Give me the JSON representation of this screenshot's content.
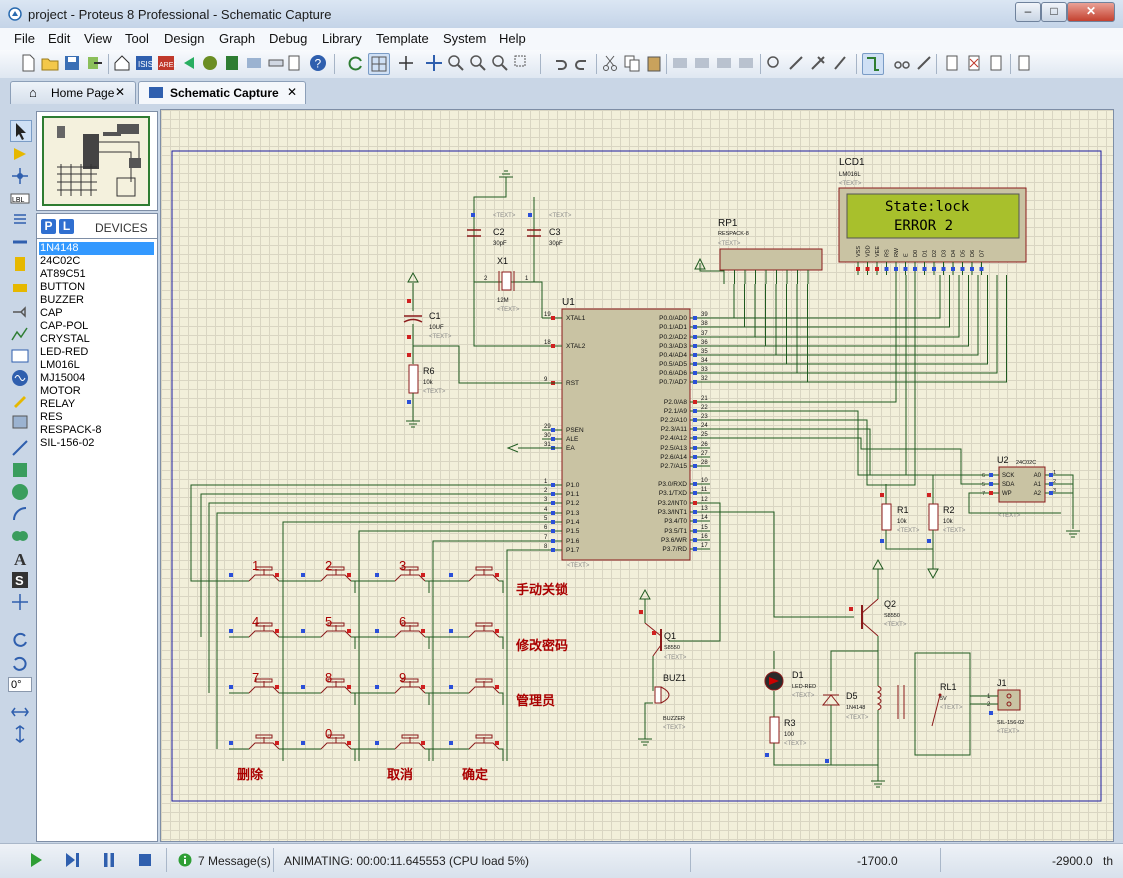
{
  "window": {
    "title": "project - Proteus 8 Professional - Schematic Capture"
  },
  "menu": [
    "File",
    "Edit",
    "View",
    "Tool",
    "Design",
    "Graph",
    "Debug",
    "Library",
    "Template",
    "System",
    "Help"
  ],
  "tabs": [
    {
      "label": "Home Page"
    },
    {
      "label": "Schematic Capture"
    }
  ],
  "devices": {
    "header": "DEVICES",
    "pick_labels": [
      "P",
      "L"
    ],
    "items": [
      "1N4148",
      "24C02C",
      "AT89C51",
      "BUTTON",
      "BUZZER",
      "CAP",
      "CAP-POL",
      "CRYSTAL",
      "LED-RED",
      "LM016L",
      "MJ15004",
      "MOTOR",
      "RELAY",
      "RES",
      "RESPACK-8",
      "SIL-156-02"
    ],
    "selected": "1N4148"
  },
  "rotation": "0°",
  "status": {
    "messages": "7 Message(s)",
    "animating": "ANIMATING: 00:00:11.645553 (CPU load 5%)",
    "coord_x": "-1700.0",
    "coord_y": "-2900.0",
    "unit": "th"
  },
  "schematic": {
    "lcd": {
      "ref": "LCD1",
      "part": "LM016L",
      "line1": "State:lock",
      "line2": "ERROR  2",
      "pins": [
        "VSS",
        "VDD",
        "VEE",
        "RS",
        "RW",
        "E",
        "D0",
        "D1",
        "D2",
        "D3",
        "D4",
        "D5",
        "D6",
        "D7"
      ]
    },
    "u1": {
      "ref": "U1",
      "part": "<TEXT>",
      "left_pins": [
        [
          "19",
          "XTAL1"
        ],
        [
          "18",
          "XTAL2"
        ],
        [
          "9",
          "RST"
        ],
        [
          "29",
          "PSEN"
        ],
        [
          "30",
          "ALE"
        ],
        [
          "31",
          "EA"
        ],
        [
          "1",
          "P1.0"
        ],
        [
          "2",
          "P1.1"
        ],
        [
          "3",
          "P1.2"
        ],
        [
          "4",
          "P1.3"
        ],
        [
          "5",
          "P1.4"
        ],
        [
          "6",
          "P1.5"
        ],
        [
          "7",
          "P1.6"
        ],
        [
          "8",
          "P1.7"
        ]
      ],
      "right_pins": [
        [
          "39",
          "P0.0/AD0"
        ],
        [
          "38",
          "P0.1/AD1"
        ],
        [
          "37",
          "P0.2/AD2"
        ],
        [
          "36",
          "P0.3/AD3"
        ],
        [
          "35",
          "P0.4/AD4"
        ],
        [
          "34",
          "P0.5/AD5"
        ],
        [
          "33",
          "P0.6/AD6"
        ],
        [
          "32",
          "P0.7/AD7"
        ],
        [
          "21",
          "P2.0/A8"
        ],
        [
          "22",
          "P2.1/A9"
        ],
        [
          "23",
          "P2.2/A10"
        ],
        [
          "24",
          "P2.3/A11"
        ],
        [
          "25",
          "P2.4/A12"
        ],
        [
          "26",
          "P2.5/A13"
        ],
        [
          "27",
          "P2.6/A14"
        ],
        [
          "28",
          "P2.7/A15"
        ],
        [
          "10",
          "P3.0/RXD"
        ],
        [
          "11",
          "P3.1/TXD"
        ],
        [
          "12",
          "P3.2/INT0"
        ],
        [
          "13",
          "P3.3/INT1"
        ],
        [
          "14",
          "P3.4/T0"
        ],
        [
          "15",
          "P3.5/T1"
        ],
        [
          "16",
          "P3.6/WR"
        ],
        [
          "17",
          "P3.7/RD"
        ]
      ]
    },
    "rp1": {
      "ref": "RP1",
      "part": "RESPACK-8",
      "text": "<TEXT>"
    },
    "c1": {
      "ref": "C1",
      "value": "10UF",
      "text": "<TEXT>"
    },
    "c2": {
      "ref": "C2",
      "value": "30pF",
      "text": "<TEXT>"
    },
    "c3": {
      "ref": "C3",
      "value": "30pF",
      "text": "<TEXT>"
    },
    "x1": {
      "ref": "X1",
      "value": "12M",
      "text": "<TEXT>",
      "pin1": "1",
      "pin2": "2"
    },
    "r6": {
      "ref": "R6",
      "value": "10k",
      "text": "<TEXT>"
    },
    "r1": {
      "ref": "R1",
      "value": "10k",
      "text": "<TEXT>"
    },
    "r2": {
      "ref": "R2",
      "value": "10k",
      "text": "<TEXT>"
    },
    "r3": {
      "ref": "R3",
      "value": "100",
      "text": "<TEXT>"
    },
    "u2": {
      "ref": "U2",
      "part": "24C02C",
      "text": "<TEXT>",
      "pins_left": [
        [
          "6",
          "SCK"
        ],
        [
          "5",
          "SDA"
        ],
        [
          "7",
          "WP"
        ]
      ],
      "pins_right": [
        [
          "A0",
          "1"
        ],
        [
          "A1",
          "2"
        ],
        [
          "A2",
          "3"
        ]
      ]
    },
    "q1": {
      "ref": "Q1",
      "part": "S8550",
      "text": "<TEXT>"
    },
    "q2": {
      "ref": "Q2",
      "part": "S8550",
      "text": "<TEXT>"
    },
    "buz1": {
      "ref": "BUZ1",
      "part": "BUZZER",
      "text": "<TEXT>"
    },
    "d1": {
      "ref": "D1",
      "part": "LED-RED",
      "text": "<TEXT>"
    },
    "d5": {
      "ref": "D5",
      "part": "1N4148",
      "text": "<TEXT>"
    },
    "rl1": {
      "ref": "RL1",
      "value": "5V",
      "text": "<TEXT>"
    },
    "j1": {
      "ref": "J1",
      "part": "SIL-156-02",
      "text": "<TEXT>",
      "pin1": "1",
      "pin2": "2"
    },
    "keypad_labels": [
      "1",
      "2",
      "3",
      "4",
      "5",
      "6",
      "7",
      "8",
      "9",
      "0"
    ],
    "key_functions": {
      "unlock": "手动关锁",
      "change_pw": "修改密码",
      "admin": "管理员"
    },
    "bottom_labels": {
      "delete": "删除",
      "cancel": "取消",
      "confirm": "确定"
    }
  }
}
